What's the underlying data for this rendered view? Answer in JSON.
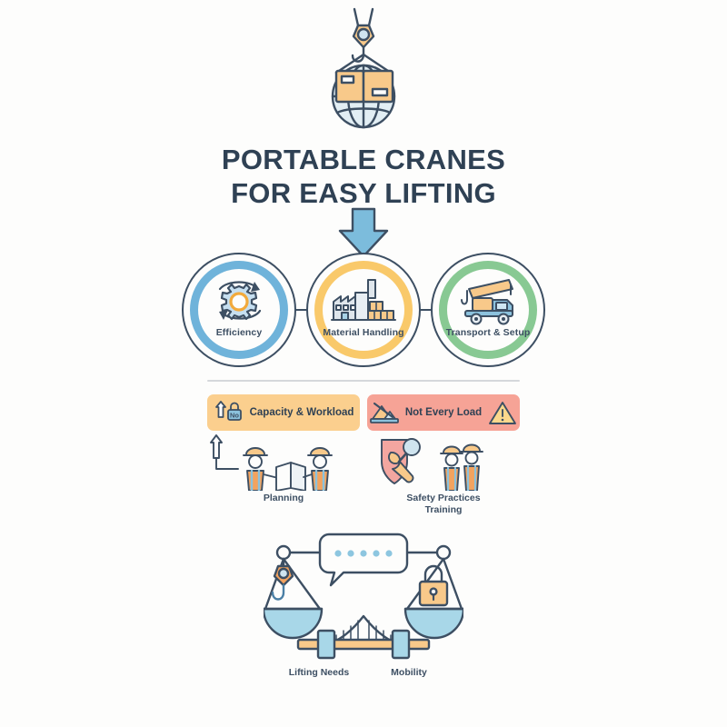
{
  "page": {
    "background_color": "#fdfdfc",
    "ink_color": "#2f4154"
  },
  "hero": {
    "icon_name": "crane-hook-globe-cargo-icon"
  },
  "title": {
    "line1": "PORTABLE CRANES",
    "line2": "FOR EASY LIFTING",
    "color": "#2f4154"
  },
  "arrow": {
    "icon_name": "arrow-down-icon",
    "color": "#7cbcdc"
  },
  "process": {
    "nodes": [
      {
        "label": "Efficiency",
        "ring_color": "#6fb3da",
        "icon_name": "gear-cycle-icon"
      },
      {
        "label": "Material Handling",
        "ring_color": "#f9c96a",
        "icon_name": "factory-boxes-icon"
      },
      {
        "label": "Transport & Setup",
        "ring_color": "#88c993",
        "icon_name": "mobile-crane-truck-icon"
      }
    ]
  },
  "middle": {
    "left": {
      "banner_label": "Capacity & Workload",
      "banner_color": "#fbcf8e",
      "banner_icon_name": "arrow-up-lock-no-icon",
      "art_icon_name": "two-workers-blueprint-icon",
      "caption": "Planning"
    },
    "right": {
      "banner_label": "Not Every Load",
      "banner_color": "#f6a396",
      "banner_icon_left_name": "no-load-crossed-icon",
      "banner_icon_right_name": "warning-triangle-icon",
      "art_icon_name": "shield-wrench-magnifier-workers-icon",
      "caption_line1": "Safety Practices",
      "caption_line2": "Training"
    }
  },
  "bottom": {
    "icon_name": "balance-scale-bridge-icon",
    "speech_bubble_dot_count": 5,
    "speech_bubble_dot_color": "#8dc6e0",
    "left_pan_icon_name": "crane-hook-block-icon",
    "right_pan_icon_name": "padlock-icon",
    "bridge_icon_name": "suspension-bridge-icon",
    "label_left": "Lifting Needs",
    "label_right": "Mobility"
  }
}
